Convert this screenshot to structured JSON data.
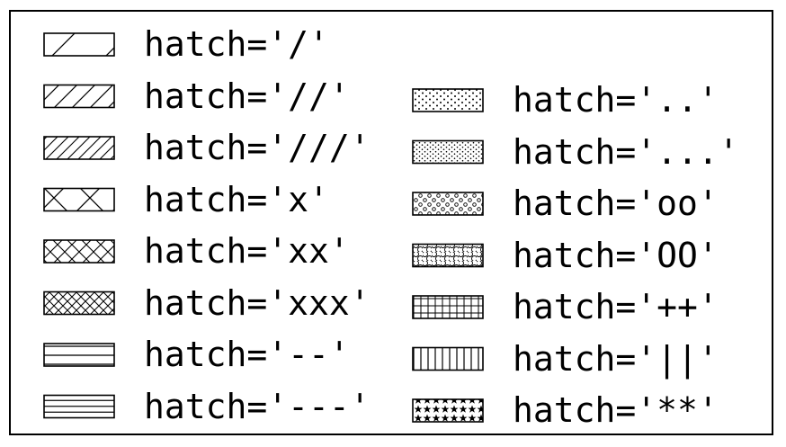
{
  "left_column": [
    {
      "label": "hatch='/'",
      "pattern": "diag-1"
    },
    {
      "label": "hatch='//'",
      "pattern": "diag-2"
    },
    {
      "label": "hatch='///'",
      "pattern": "diag-3"
    },
    {
      "label": "hatch='x'",
      "pattern": "cross-1"
    },
    {
      "label": "hatch='xx'",
      "pattern": "cross-2"
    },
    {
      "label": "hatch='xxx'",
      "pattern": "cross-3"
    },
    {
      "label": "hatch='--'",
      "pattern": "horiz-2"
    },
    {
      "label": "hatch='---'",
      "pattern": "horiz-3"
    }
  ],
  "right_column": [
    {
      "label": "hatch='..'",
      "pattern": "dots-2"
    },
    {
      "label": "hatch='...'",
      "pattern": "dots-3"
    },
    {
      "label": "hatch='oo'",
      "pattern": "small-circles"
    },
    {
      "label": "hatch='OO'",
      "pattern": "large-circles"
    },
    {
      "label": "hatch='++'",
      "pattern": "grid"
    },
    {
      "label": "hatch='||'",
      "pattern": "vert"
    },
    {
      "label": "hatch='**'",
      "pattern": "stars"
    }
  ],
  "colors": {
    "stroke": "#000000",
    "background": "#ffffff"
  }
}
